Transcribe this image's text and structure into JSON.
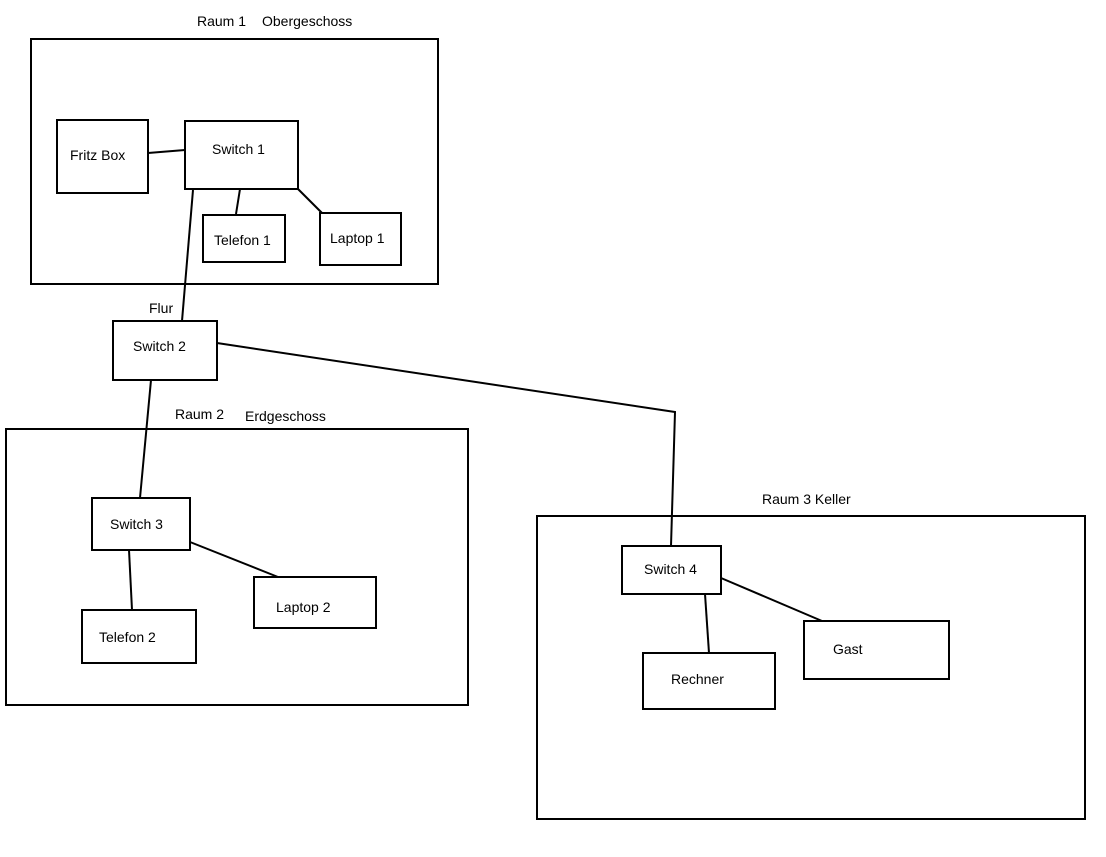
{
  "colors": {
    "background": "#ffffff",
    "stroke": "#000000",
    "text": "#000000"
  },
  "rooms": {
    "raum1": {
      "name": "Raum 1",
      "floor": "Obergeschoss"
    },
    "raum2": {
      "name": "Raum 2",
      "floor": "Erdgeschoss"
    },
    "raum3": {
      "name": "Raum 3 Keller"
    },
    "flur": {
      "name": "Flur"
    }
  },
  "devices": {
    "fritzbox": "Fritz Box",
    "switch1": "Switch 1",
    "switch2": "Switch 2",
    "switch3": "Switch 3",
    "switch4": "Switch 4",
    "telefon1": "Telefon 1",
    "telefon2": "Telefon 2",
    "laptop1": "Laptop 1",
    "laptop2": "Laptop 2",
    "rechner": "Rechner",
    "gast": "Gast"
  }
}
